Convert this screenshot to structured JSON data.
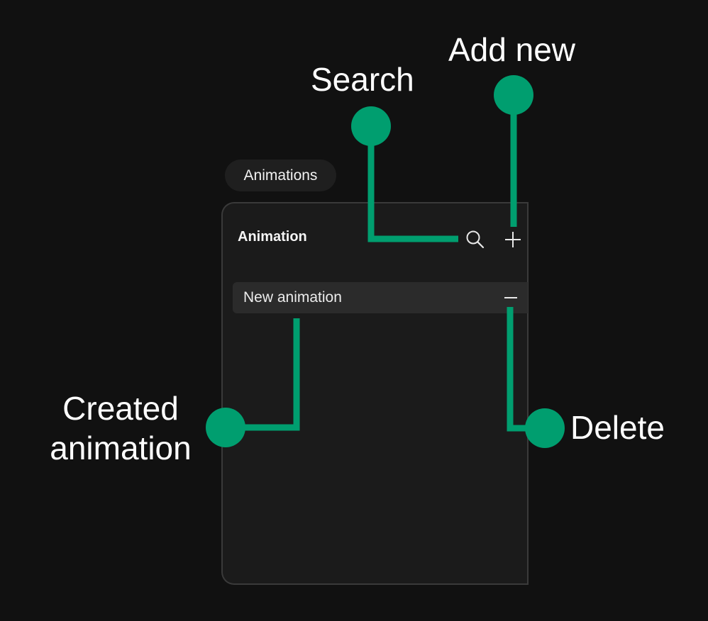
{
  "tab": {
    "label": "Animations"
  },
  "panel": {
    "title": "Animation",
    "toolbar": {
      "search_icon": "search-icon",
      "add_icon": "plus-icon"
    },
    "items": [
      {
        "label": "New animation",
        "action_icon": "minus-icon"
      }
    ]
  },
  "callouts": {
    "search": "Search",
    "add_new": "Add new",
    "delete": "Delete",
    "created_line1": "Created",
    "created_line2": "animation"
  },
  "colors": {
    "background": "#111111",
    "panel": "#1b1b1b",
    "item": "#2b2b2b",
    "accent": "#009e6f"
  }
}
